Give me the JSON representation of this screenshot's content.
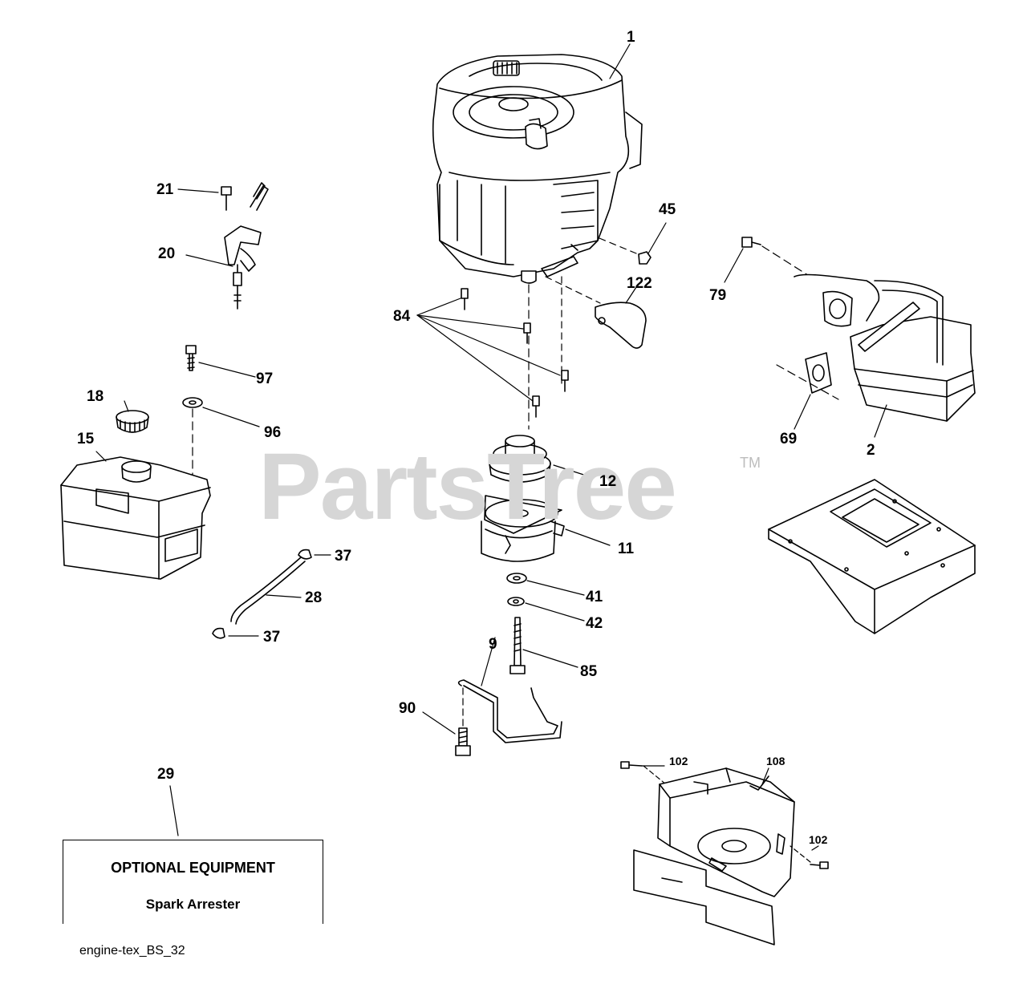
{
  "watermark": {
    "text": "PartsTree",
    "trademark": "TM"
  },
  "callouts": [
    {
      "id": "1",
      "label": "1"
    },
    {
      "id": "2",
      "label": "2"
    },
    {
      "id": "9",
      "label": "9"
    },
    {
      "id": "11",
      "label": "11"
    },
    {
      "id": "12",
      "label": "12"
    },
    {
      "id": "15",
      "label": "15"
    },
    {
      "id": "18",
      "label": "18"
    },
    {
      "id": "20",
      "label": "20"
    },
    {
      "id": "21",
      "label": "21"
    },
    {
      "id": "28",
      "label": "28"
    },
    {
      "id": "29",
      "label": "29"
    },
    {
      "id": "37a",
      "label": "37"
    },
    {
      "id": "37b",
      "label": "37"
    },
    {
      "id": "41",
      "label": "41"
    },
    {
      "id": "42",
      "label": "42"
    },
    {
      "id": "45",
      "label": "45"
    },
    {
      "id": "69",
      "label": "69"
    },
    {
      "id": "79",
      "label": "79"
    },
    {
      "id": "84",
      "label": "84"
    },
    {
      "id": "85",
      "label": "85"
    },
    {
      "id": "90",
      "label": "90"
    },
    {
      "id": "96",
      "label": "96"
    },
    {
      "id": "97",
      "label": "97"
    },
    {
      "id": "102a",
      "label": "102"
    },
    {
      "id": "102b",
      "label": "102"
    },
    {
      "id": "108",
      "label": "108"
    },
    {
      "id": "122",
      "label": "122"
    }
  ],
  "optional_box": {
    "title": "OPTIONAL EQUIPMENT",
    "item": "Spark Arrester"
  },
  "caption": "engine-tex_BS_32"
}
